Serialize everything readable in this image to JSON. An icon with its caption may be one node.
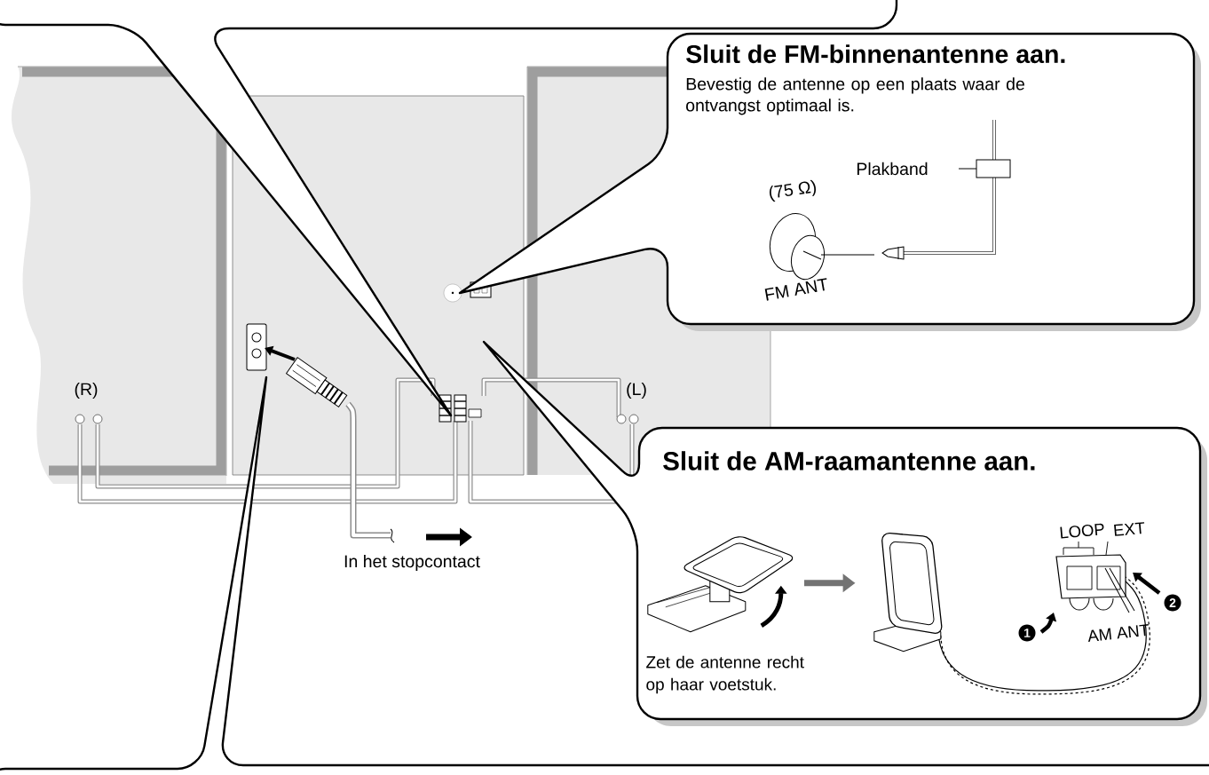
{
  "diagram": {
    "nodes": [
      {
        "text": [],
        "shape": "box"
      },
      {
        "text": [
          "Sluit de FM-binnenantenne aan.",
          "Bevestig de antenne op een plaats waar de ontvangst optimaal is."
        ]
      },
      {
        "text": [
          "Sluit de AM-raamantenne aan."
        ]
      },
      {
        "text": [],
        "shape": "picture",
        "in": 2
      },
      {
        "text": [],
        "shape": "picture",
        "in": 2
      },
      {
        "text": [],
        "shape": "box"
      }
    ],
    "edges": [
      {
        "from": 3,
        "to": 4,
        "arrow": "to"
      }
    ],
    "labels": [
      "Plakband",
      "(75 Ω)",
      "FM ANT",
      "(R)",
      "(L)",
      "LOOP",
      "EXT",
      "In het stopcontact",
      "AM ANT",
      "1",
      "2",
      "Zet de antenne recht op haar voetstuk."
    ]
  }
}
